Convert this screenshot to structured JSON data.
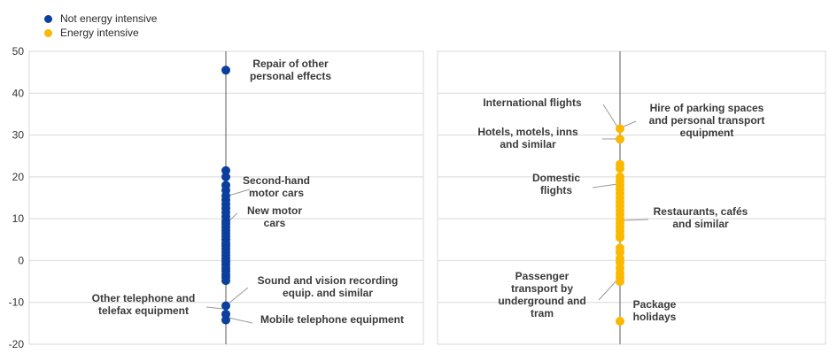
{
  "colors": {
    "not_energy": "#0b3f9e",
    "energy": "#fbb800",
    "leader": "#9a9a9a",
    "grid": "#d9d9d9",
    "axis": "#595959"
  },
  "legend": [
    {
      "label": "Not energy intensive",
      "color": "#0b3f9e"
    },
    {
      "label": "Energy intensive",
      "color": "#fbb800"
    }
  ],
  "chart_data": {
    "type": "scatter",
    "ylim": [
      -20,
      50
    ],
    "yticks": [
      "50",
      "40",
      "30",
      "20",
      "10",
      "0",
      "-10",
      "-20"
    ],
    "grid": true,
    "legend_position": "top-left",
    "panels": [
      {
        "series": "Not energy intensive",
        "color": "#0b3f9e",
        "values": [
          45.5,
          21.5,
          20,
          18,
          16.8,
          15.5,
          14.5,
          13.5,
          12.5,
          11.5,
          10.5,
          9.5,
          8.8,
          8,
          7.2,
          6.5,
          5.8,
          5,
          4.2,
          3.5,
          2.8,
          2,
          1.2,
          0.5,
          -0.3,
          -1,
          -1.8,
          -2.5,
          -3.3,
          -4,
          -4.8,
          -10.8,
          -12.8,
          -14.2
        ],
        "annotations": [
          {
            "lines": [
              "Repair of other",
              "personal effects"
            ],
            "value": 45.5
          },
          {
            "lines": [
              "Second-hand",
              "motor cars"
            ],
            "value": 16.8
          },
          {
            "lines": [
              "New motor",
              "cars"
            ],
            "value": 11.5
          },
          {
            "lines": [
              "Sound and vision recording",
              "equip. and similar"
            ],
            "value": -10.2
          },
          {
            "lines": [
              "Other telephone and",
              "telefax equipment"
            ],
            "value": -11.5
          },
          {
            "lines": [
              "Mobile telephone equipment"
            ],
            "value": -14.2
          }
        ]
      },
      {
        "series": "Energy intensive",
        "color": "#fbb800",
        "values": [
          31.5,
          29,
          23,
          22,
          20,
          19,
          18,
          17,
          16,
          15,
          14,
          13,
          12,
          11,
          10,
          9,
          8,
          7,
          6,
          5.5,
          3,
          2,
          0.5,
          -0.5,
          -1.8,
          -3,
          -4,
          -5,
          -14.5
        ],
        "annotations": [
          {
            "lines": [
              "International flights"
            ],
            "value": 31.5
          },
          {
            "lines": [
              "Hire of parking spaces",
              "and personal transport",
              "equipment"
            ],
            "value": 31.5
          },
          {
            "lines": [
              "Hotels, motels, inns",
              "and similar"
            ],
            "value": 29
          },
          {
            "lines": [
              "Domestic",
              "flights"
            ],
            "value": 18
          },
          {
            "lines": [
              "Restaurants, cafés",
              "and similar"
            ],
            "value": 9.5
          },
          {
            "lines": [
              "Passenger",
              "transport by",
              "underground and",
              "tram"
            ],
            "value": -5
          },
          {
            "lines": [
              "Package",
              "holidays"
            ],
            "value": -14.5
          }
        ]
      }
    ]
  }
}
